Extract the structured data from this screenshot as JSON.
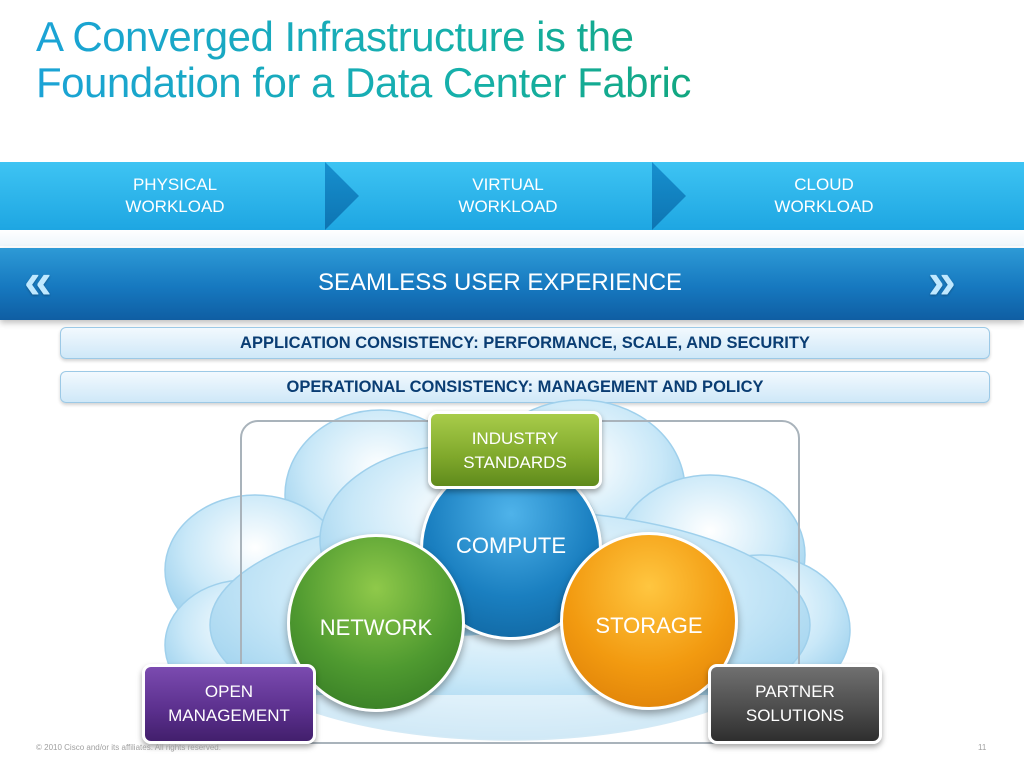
{
  "title": {
    "line1": "A Converged Infrastructure is the",
    "line2": "Foundation for a Data Center Fabric"
  },
  "workloads": [
    {
      "line1": "PHYSICAL",
      "line2": "WORKLOAD"
    },
    {
      "line1": "VIRTUAL",
      "line2": "WORKLOAD"
    },
    {
      "line1": "CLOUD",
      "line2": "WORKLOAD"
    }
  ],
  "seamless": {
    "label": "SEAMLESS USER EXPERIENCE",
    "left_quote": "«",
    "right_quote": "»"
  },
  "application_consistency": "APPLICATION CONSISTENCY:  PERFORMANCE, SCALE, AND SECURITY",
  "operational_consistency": "OPERATIONAL CONSISTENCY:  MANAGEMENT AND POLICY",
  "circles": {
    "compute": "COMPUTE",
    "network": "NETWORK",
    "storage": "STORAGE"
  },
  "tags": {
    "industry_standards": {
      "line1": "INDUSTRY",
      "line2": "STANDARDS"
    },
    "open_management": {
      "line1": "OPEN",
      "line2": "MANAGEMENT"
    },
    "partner_solutions": {
      "line1": "PARTNER",
      "line2": "SOLUTIONS"
    }
  },
  "colors": {
    "industry_standards": "#7fa82b",
    "open_management": "#5a2f8c",
    "partner_solutions": "#4a4a4a",
    "compute": "#1a7fc0",
    "network": "#3f8a2e",
    "storage": "#f29a10"
  },
  "footer": {
    "copyright": "© 2010 Cisco and/or its affiliates. All rights reserved.",
    "page": "11"
  }
}
